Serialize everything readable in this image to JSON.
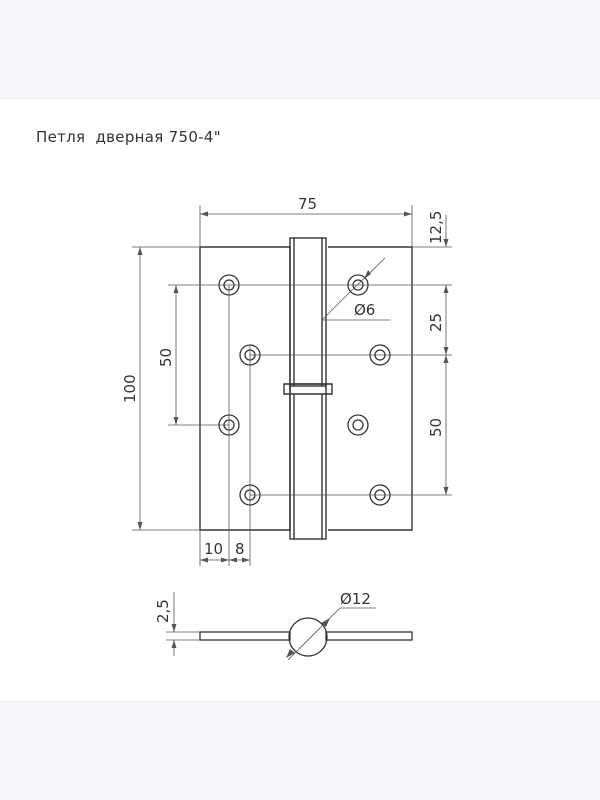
{
  "title": "Петля  дверная 750-4\"",
  "dimensions": {
    "width": "75",
    "top_offset": "12,5",
    "hole_diameter": "Ø6",
    "hole_spacing_upper": "25",
    "hole_spacing_lower": "50",
    "left_spacing": "50",
    "height": "100",
    "edge_offset": "10",
    "hole_offset": "8",
    "thickness": "2,5",
    "knuckle_diameter": "Ø12"
  },
  "colors": {
    "line": "#333333",
    "dim": "#555555",
    "background": "#f5f6fa",
    "sheet": "#ffffff"
  }
}
